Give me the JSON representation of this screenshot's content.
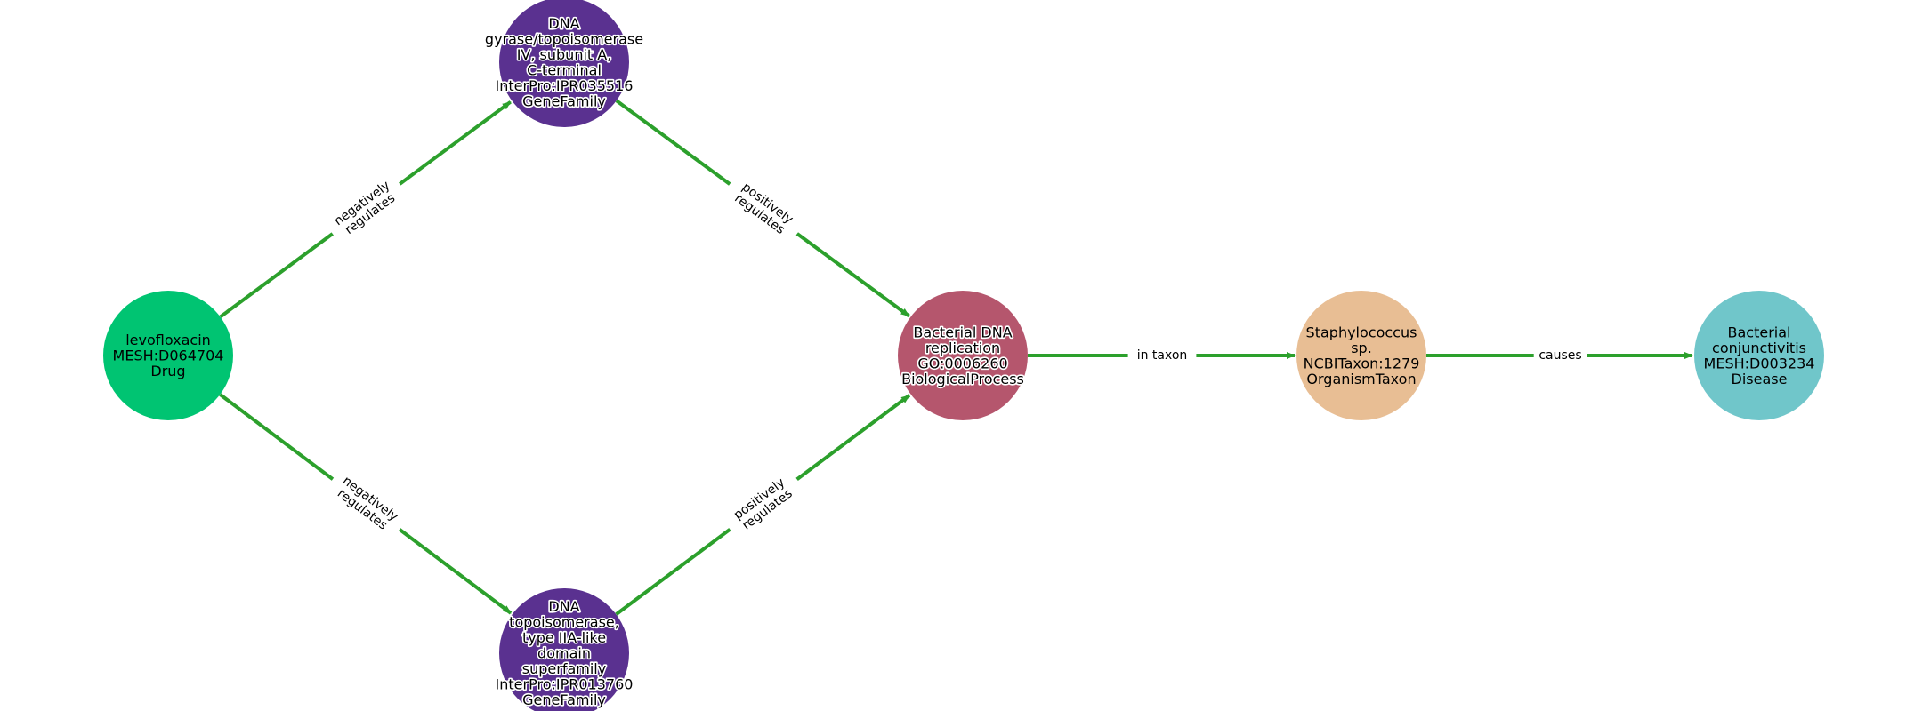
{
  "graph": {
    "edge_color": "#2ca02c",
    "nodes": [
      {
        "id": "levofloxacin",
        "lines": [
          "levofloxacin",
          "MESH:D064704",
          "Drug"
        ],
        "color": "#00c472",
        "halo": false
      },
      {
        "id": "gyrase",
        "lines": [
          "DNA",
          "gyrase/topoisomerase",
          "IV, subunit A,",
          "C-terminal",
          "InterPro:IPR035516",
          "GeneFamily"
        ],
        "color": "#5a3190",
        "halo": true
      },
      {
        "id": "topoisomerase",
        "lines": [
          "DNA",
          "topoisomerase,",
          "type IIA-like",
          "domain",
          "superfamily",
          "InterPro:IPR013760",
          "GeneFamily"
        ],
        "color": "#5a3190",
        "halo": true
      },
      {
        "id": "replication",
        "lines": [
          "Bacterial DNA",
          "replication",
          "GO:0006260",
          "BiologicalProcess"
        ],
        "color": "#b5566d",
        "halo": true
      },
      {
        "id": "staph",
        "lines": [
          "Staphylococcus",
          "sp.",
          "NCBITaxon:1279",
          "OrganismTaxon"
        ],
        "color": "#e8be94",
        "halo": false
      },
      {
        "id": "conjunctivitis",
        "lines": [
          "Bacterial",
          "conjunctivitis",
          "MESH:D003234",
          "Disease"
        ],
        "color": "#70c6ca",
        "halo": false
      }
    ],
    "edges": [
      {
        "from": "levofloxacin",
        "to": "gyrase",
        "label": [
          "negatively",
          "regulates"
        ]
      },
      {
        "from": "levofloxacin",
        "to": "topoisomerase",
        "label": [
          "negatively",
          "regulates"
        ]
      },
      {
        "from": "gyrase",
        "to": "replication",
        "label": [
          "positively",
          "regulates"
        ]
      },
      {
        "from": "topoisomerase",
        "to": "replication",
        "label": [
          "positively",
          "regulates"
        ]
      },
      {
        "from": "replication",
        "to": "staph",
        "label": [
          "in taxon"
        ]
      },
      {
        "from": "staph",
        "to": "conjunctivitis",
        "label": [
          "causes"
        ]
      }
    ]
  }
}
